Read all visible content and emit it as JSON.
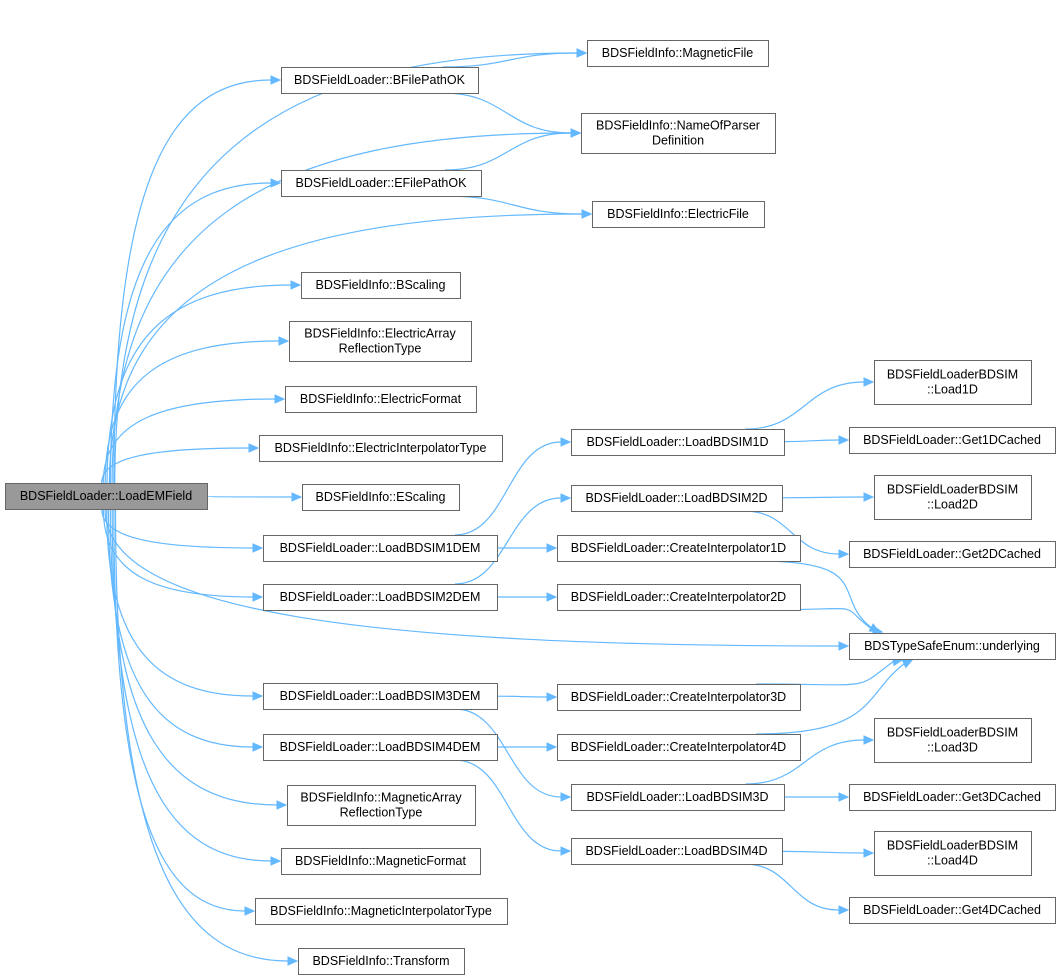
{
  "graph": {
    "nodes": [
      {
        "id": "root",
        "lines": [
          "BDSFieldLoader::LoadEMField"
        ],
        "root": true
      },
      {
        "id": "magFile",
        "lines": [
          "BDSFieldInfo::MagneticFile"
        ]
      },
      {
        "id": "bPath",
        "lines": [
          "BDSFieldLoader::BFilePathOK"
        ]
      },
      {
        "id": "nameParser",
        "lines": [
          "BDSFieldInfo::NameOfParser",
          "Definition"
        ]
      },
      {
        "id": "ePath",
        "lines": [
          "BDSFieldLoader::EFilePathOK"
        ]
      },
      {
        "id": "elecFile",
        "lines": [
          "BDSFieldInfo::ElectricFile"
        ]
      },
      {
        "id": "bScaling",
        "lines": [
          "BDSFieldInfo::BScaling"
        ]
      },
      {
        "id": "elecArr",
        "lines": [
          "BDSFieldInfo::ElectricArray",
          "ReflectionType"
        ]
      },
      {
        "id": "elecFormat",
        "lines": [
          "BDSFieldInfo::ElectricFormat"
        ]
      },
      {
        "id": "elecInterp",
        "lines": [
          "BDSFieldInfo::ElectricInterpolatorType"
        ]
      },
      {
        "id": "eScaling",
        "lines": [
          "BDSFieldInfo::EScaling"
        ]
      },
      {
        "id": "load1dem",
        "lines": [
          "BDSFieldLoader::LoadBDSIM1DEM"
        ]
      },
      {
        "id": "load2dem",
        "lines": [
          "BDSFieldLoader::LoadBDSIM2DEM"
        ]
      },
      {
        "id": "load3dem",
        "lines": [
          "BDSFieldLoader::LoadBDSIM3DEM"
        ]
      },
      {
        "id": "load4dem",
        "lines": [
          "BDSFieldLoader::LoadBDSIM4DEM"
        ]
      },
      {
        "id": "magArr",
        "lines": [
          "BDSFieldInfo::MagneticArray",
          "ReflectionType"
        ]
      },
      {
        "id": "magFormat",
        "lines": [
          "BDSFieldInfo::MagneticFormat"
        ]
      },
      {
        "id": "magInterp",
        "lines": [
          "BDSFieldInfo::MagneticInterpolatorType"
        ]
      },
      {
        "id": "transform",
        "lines": [
          "BDSFieldInfo::Transform"
        ]
      },
      {
        "id": "loadB1",
        "lines": [
          "BDSFieldLoader::LoadBDSIM1D"
        ]
      },
      {
        "id": "loadB2",
        "lines": [
          "BDSFieldLoader::LoadBDSIM2D"
        ]
      },
      {
        "id": "ci1",
        "lines": [
          "BDSFieldLoader::CreateInterpolator1D"
        ]
      },
      {
        "id": "ci2",
        "lines": [
          "BDSFieldLoader::CreateInterpolator2D"
        ]
      },
      {
        "id": "ci3",
        "lines": [
          "BDSFieldLoader::CreateInterpolator3D"
        ]
      },
      {
        "id": "ci4",
        "lines": [
          "BDSFieldLoader::CreateInterpolator4D"
        ]
      },
      {
        "id": "loadB3",
        "lines": [
          "BDSFieldLoader::LoadBDSIM3D"
        ]
      },
      {
        "id": "loadB4",
        "lines": [
          "BDSFieldLoader::LoadBDSIM4D"
        ]
      },
      {
        "id": "l1d",
        "lines": [
          "BDSFieldLoaderBDSIM",
          "::Load1D"
        ]
      },
      {
        "id": "g1",
        "lines": [
          "BDSFieldLoader::Get1DCached"
        ]
      },
      {
        "id": "l2d",
        "lines": [
          "BDSFieldLoaderBDSIM",
          "::Load2D"
        ]
      },
      {
        "id": "g2",
        "lines": [
          "BDSFieldLoader::Get2DCached"
        ]
      },
      {
        "id": "underlying",
        "lines": [
          "BDSTypeSafeEnum::underlying"
        ]
      },
      {
        "id": "l3d",
        "lines": [
          "BDSFieldLoaderBDSIM",
          "::Load3D"
        ]
      },
      {
        "id": "g3",
        "lines": [
          "BDSFieldLoader::Get3DCached"
        ]
      },
      {
        "id": "l4d",
        "lines": [
          "BDSFieldLoaderBDSIM",
          "::Load4D"
        ]
      },
      {
        "id": "g4",
        "lines": [
          "BDSFieldLoader::Get4DCached"
        ]
      }
    ],
    "edges": [
      [
        "root",
        "magFile"
      ],
      [
        "root",
        "bPath"
      ],
      [
        "root",
        "nameParser"
      ],
      [
        "root",
        "ePath"
      ],
      [
        "root",
        "elecFile"
      ],
      [
        "root",
        "bScaling"
      ],
      [
        "root",
        "elecArr"
      ],
      [
        "root",
        "elecFormat"
      ],
      [
        "root",
        "elecInterp"
      ],
      [
        "root",
        "eScaling"
      ],
      [
        "root",
        "load1dem"
      ],
      [
        "root",
        "load2dem"
      ],
      [
        "root",
        "underlying"
      ],
      [
        "root",
        "load3dem"
      ],
      [
        "root",
        "load4dem"
      ],
      [
        "root",
        "magArr"
      ],
      [
        "root",
        "magFormat"
      ],
      [
        "root",
        "magInterp"
      ],
      [
        "root",
        "transform"
      ],
      [
        "bPath",
        "magFile"
      ],
      [
        "bPath",
        "nameParser"
      ],
      [
        "ePath",
        "nameParser"
      ],
      [
        "ePath",
        "elecFile"
      ],
      [
        "load1dem",
        "loadB1"
      ],
      [
        "load1dem",
        "ci1"
      ],
      [
        "load2dem",
        "loadB2"
      ],
      [
        "load2dem",
        "ci2"
      ],
      [
        "load3dem",
        "ci3"
      ],
      [
        "load3dem",
        "loadB3"
      ],
      [
        "load4dem",
        "ci4"
      ],
      [
        "load4dem",
        "loadB4"
      ],
      [
        "loadB1",
        "l1d"
      ],
      [
        "loadB1",
        "g1"
      ],
      [
        "loadB2",
        "l2d"
      ],
      [
        "loadB2",
        "g2"
      ],
      [
        "ci1",
        "underlying"
      ],
      [
        "ci2",
        "underlying"
      ],
      [
        "ci3",
        "underlying"
      ],
      [
        "ci4",
        "underlying"
      ],
      [
        "loadB3",
        "l3d"
      ],
      [
        "loadB3",
        "g3"
      ],
      [
        "loadB4",
        "l4d"
      ],
      [
        "loadB4",
        "g4"
      ]
    ]
  }
}
